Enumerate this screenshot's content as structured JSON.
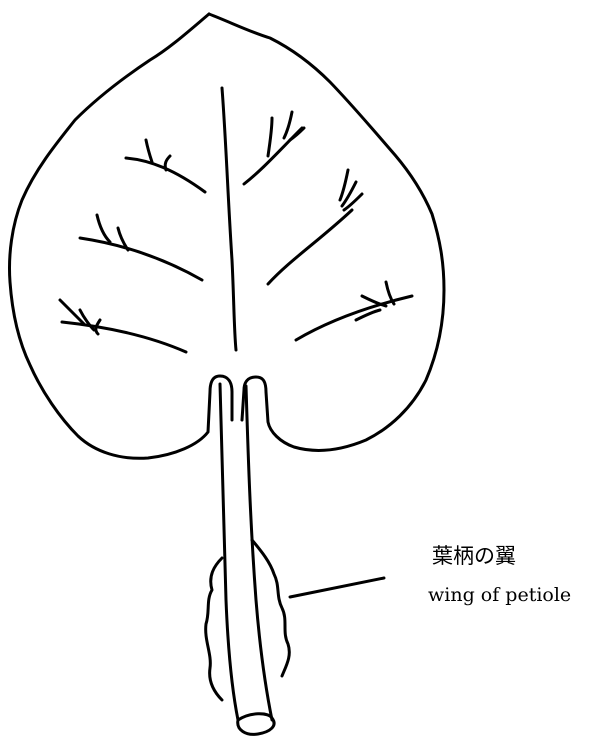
{
  "diagram": {
    "subject": "leaf with winged petiole",
    "stroke_color": "#000000",
    "background_color": "#ffffff"
  },
  "annotation": {
    "label_ja": "葉柄の翼",
    "label_en": "wing of petiole"
  }
}
